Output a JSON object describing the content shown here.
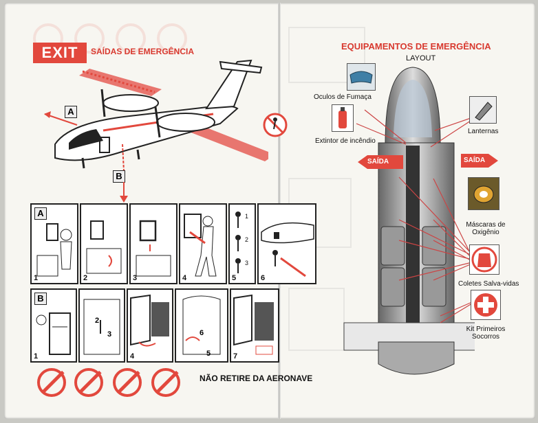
{
  "left": {
    "exit_badge": "EXIT",
    "exit_title": "SAÍDAS DE EMERGÊNCIA",
    "callout_a": "A",
    "callout_b": "B",
    "row_a_tag": "A",
    "row_b_tag": "B",
    "row_a_steps": [
      "1",
      "2",
      "3",
      "4",
      "5",
      "6"
    ],
    "row_b_steps": [
      "1",
      "2",
      "3",
      "4",
      "5",
      "6",
      "7"
    ],
    "step5_sub": [
      "1",
      "2",
      "3"
    ],
    "footer": "NÃO RETIRE DA AERONAVE"
  },
  "right": {
    "title": "EQUIPAMENTOS DE EMERGÊNCIA",
    "layout_label": "LAYOUT",
    "saida_left": "SAÍDA",
    "saida_right": "SAÍDA",
    "labels": {
      "oculos": "Oculos de Fumaça",
      "extintor": "Extintor de incêndio",
      "lanternas": "Lanternas",
      "mascaras": "Máscaras de Oxigênio",
      "coletes": "Coletes Salva-vidas",
      "kit": "Kit Primeiros Socorros"
    }
  },
  "colors": {
    "accent": "#e2483d",
    "dark": "#222222",
    "paper": "#f7f6f1"
  }
}
